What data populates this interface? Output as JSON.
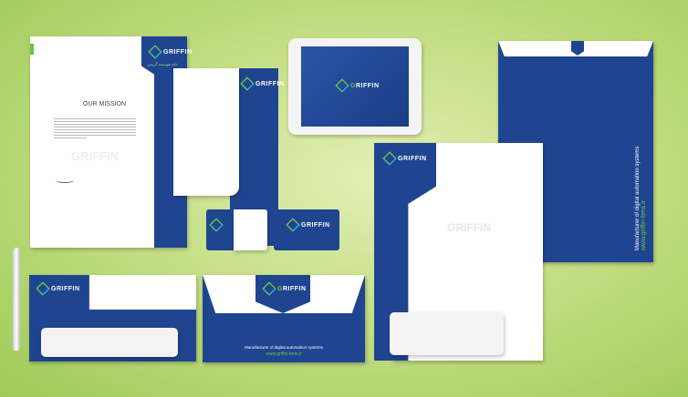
{
  "brand": {
    "name": "GRIFFIN",
    "first_letter": "G",
    "rest": "RIFFIN",
    "subtitle": "Smart Home",
    "persian": "خانه هوشمند گریفین"
  },
  "letterhead": {
    "title": "OUR MISSION",
    "watermark": "GRIFFIN"
  },
  "envelope": {
    "tagline": "Manufacturer of digital automation systems",
    "website": "www.griffin-bms.ir"
  },
  "colors": {
    "blue": "#1f4591",
    "green": "#6cc24a",
    "cyan": "#35a9dc"
  }
}
